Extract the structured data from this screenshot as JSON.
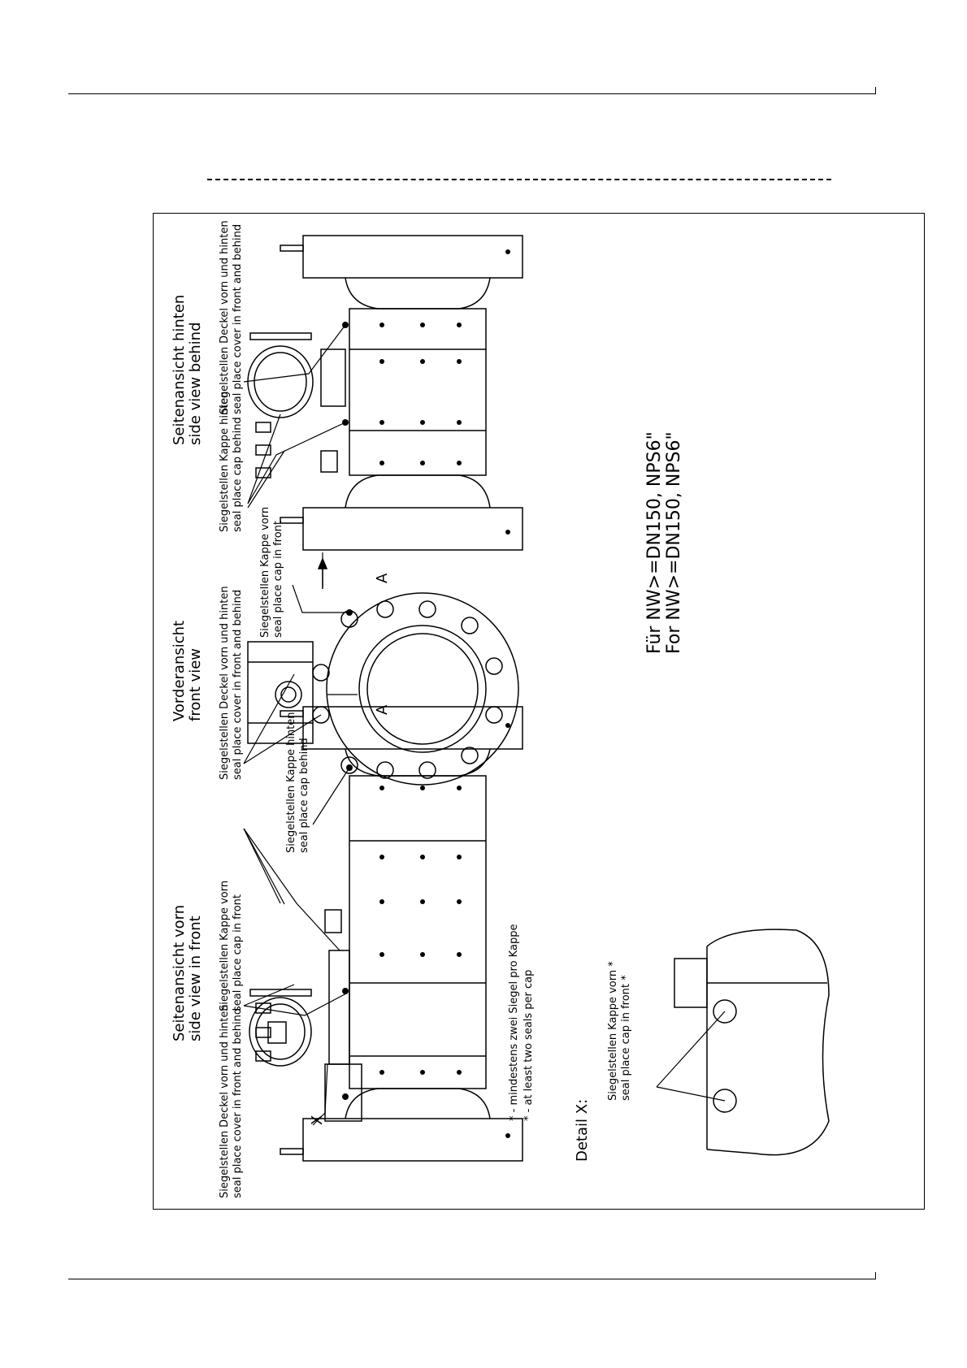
{
  "labels": {
    "side_front_de": "Seitenansicht vorn",
    "side_front_en": "side view in front",
    "front_view_de": "Vorderansicht",
    "front_view_en": "front view",
    "side_behind_de": "Seitenansicht hinten",
    "side_behind_en": "side view behind",
    "cover_de": "Siegelstellen Deckel vorn und hinten",
    "cover_en": "seal place cover in front and behind",
    "cap_front_de": "Siegelstellen Kappe vorn",
    "cap_front_en": "seal place cap in front",
    "cap_behind_de": "Siegelstellen Kappe hinten",
    "cap_behind_en": "seal place cap behind",
    "min_seals_de": "* - mindestens zwei Siegel pro Kappe",
    "min_seals_en": "* - at least two seals per cap",
    "detail_x": "Detail X:",
    "x_mark": "X",
    "a_mark": "A",
    "detail_cap_de": "Siegelstellen Kappe vorn *",
    "detail_cap_en": "seal place cap in front *",
    "nw_de": "Für NW>=DN150, NPS6\"",
    "nw_en": "For NW>=DN150, NPS6\""
  }
}
